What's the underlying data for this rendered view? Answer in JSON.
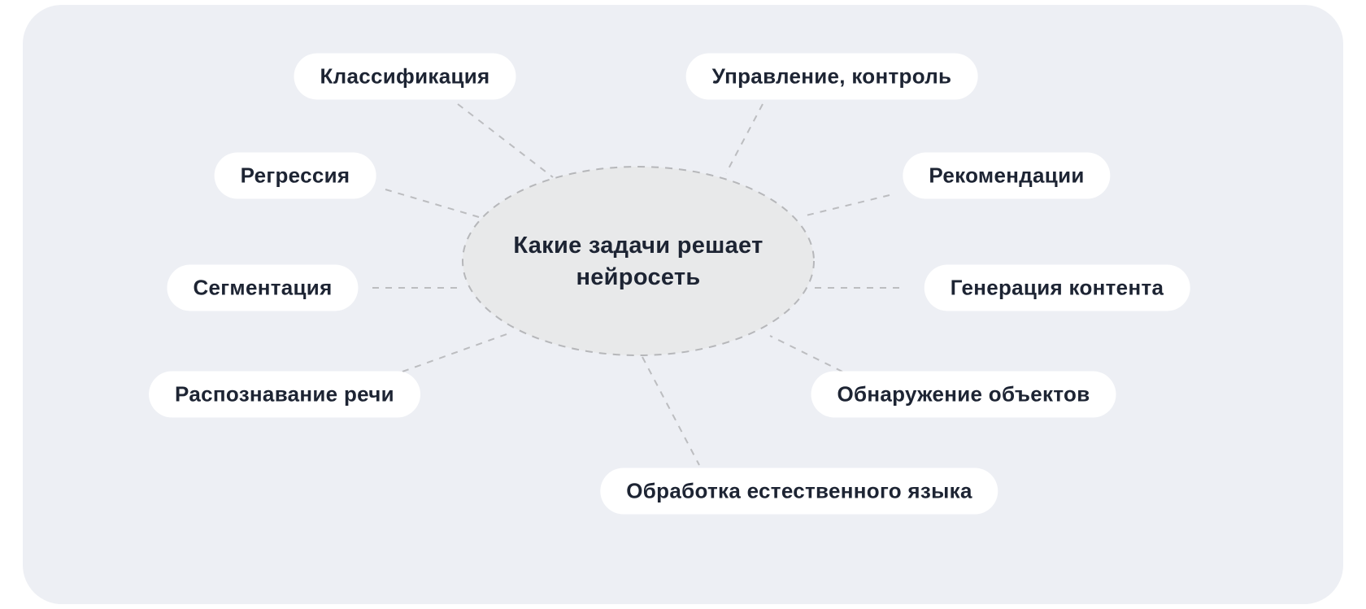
{
  "diagram": {
    "center": {
      "label": "Какие задачи решает нейросеть"
    },
    "nodes": [
      {
        "id": "classification",
        "label": "Классификация"
      },
      {
        "id": "control",
        "label": "Управление, контроль"
      },
      {
        "id": "regression",
        "label": "Регрессия"
      },
      {
        "id": "recommendations",
        "label": "Рекомендации"
      },
      {
        "id": "segmentation",
        "label": "Сегментация"
      },
      {
        "id": "content-generation",
        "label": "Генерация контента"
      },
      {
        "id": "speech-recognition",
        "label": "Распознавание речи"
      },
      {
        "id": "object-detection",
        "label": "Обнаружение объектов"
      },
      {
        "id": "nlp",
        "label": "Обработка естественного языка"
      }
    ],
    "colors": {
      "panel_background": "#edeff4",
      "node_background": "#ffffff",
      "center_ellipse_fill": "#e8e9ea",
      "dashed_stroke": "#bcbdc0",
      "text": "#1d2433"
    }
  }
}
